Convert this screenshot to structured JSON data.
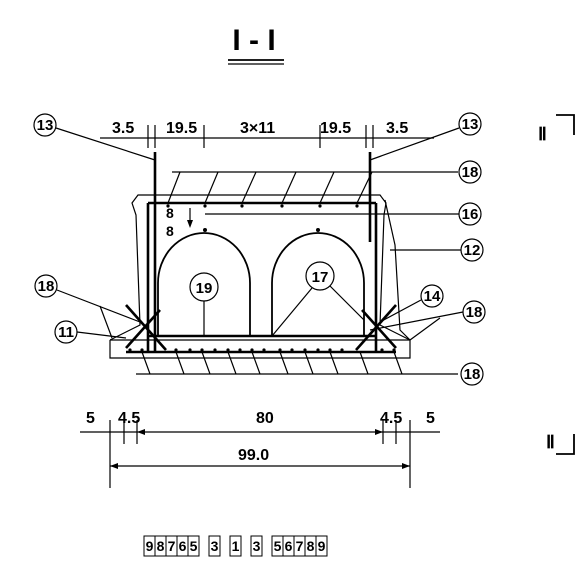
{
  "section_title": "I - I",
  "section_marks": {
    "top": "Ⅱ",
    "bottom": "Ⅱ"
  },
  "dimensions_top": [
    "3.5",
    "19.5",
    "3×11",
    "19.5",
    "3.5"
  ],
  "dimensions_bottom": [
    "5",
    "4.5",
    "80",
    "4.5",
    "5"
  ],
  "total_width": "99.0",
  "spacing_mark": "8",
  "callouts": {
    "c13_left": "13",
    "c13_right": "13",
    "c18_top": "18",
    "c16": "16",
    "c12": "12",
    "c18_left": "18",
    "c11": "11",
    "c19": "19",
    "c17": "17",
    "c14": "14",
    "c18_right": "18",
    "c18_bottom": "18"
  },
  "bar_strip": [
    "9",
    "8",
    "7",
    "6",
    "5",
    "3",
    "1",
    "3",
    "5",
    "6",
    "7",
    "8",
    "9"
  ]
}
